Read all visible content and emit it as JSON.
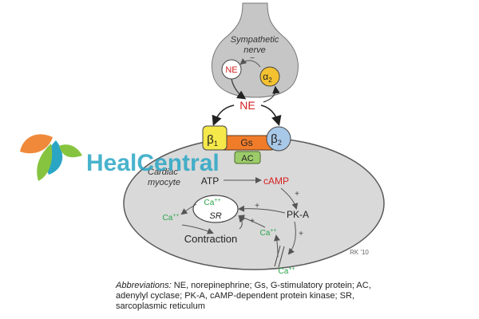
{
  "labels": {
    "sympathetic_nerve_line1": "Sympathetic",
    "sympathetic_nerve_line2": "nerve",
    "ne_vesicle": "NE",
    "minus": "−",
    "alpha_symbol": "α",
    "alpha_sub": "2",
    "ne_released": "NE",
    "beta1_symbol": "β",
    "beta1_sub": "1",
    "beta2_symbol": "β",
    "beta2_sub": "2",
    "gs": "Gs",
    "ac": "AC",
    "cardiac_line1": "Cardiac",
    "cardiac_line2": "myocyte",
    "atp": "ATP",
    "camp": "cAMP",
    "pka": "PK-A",
    "ca_sr": "Ca",
    "ca_sr_sup": "++",
    "sr": "SR",
    "ca_left": "Ca",
    "ca_left_sup": "++",
    "ca_channel": "Ca",
    "ca_channel_sup": "++",
    "ca_bottom": "Ca",
    "ca_bottom_sup": "++",
    "contraction": "Contraction",
    "plus": "+",
    "signature": "RK '10"
  },
  "watermark": {
    "text": "HealCentral"
  },
  "caption": {
    "label": "Abbreviations:",
    "text": " NE, norepinephrine; Gs, G-stimulatory protein; AC, adenylyl cyclase; PK-A, cAMP-dependent protein kinase; SR, sarcoplasmic reticulum"
  },
  "colors": {
    "nerve_fill": "#c6c6c6",
    "cell_fill": "#d9d9d9",
    "receptor_yellow": "#f4e84a",
    "receptor_blue": "#a8c8e8",
    "gs_orange": "#f07c2a",
    "ac_green": "#9ccc6a",
    "ne_red": "#d62020",
    "camp_red": "#d62020",
    "calcium_green": "#2aa64a",
    "watermark_orange": "#f08a3a",
    "watermark_teal": "#2aa6c4",
    "watermark_green": "#86c440"
  }
}
